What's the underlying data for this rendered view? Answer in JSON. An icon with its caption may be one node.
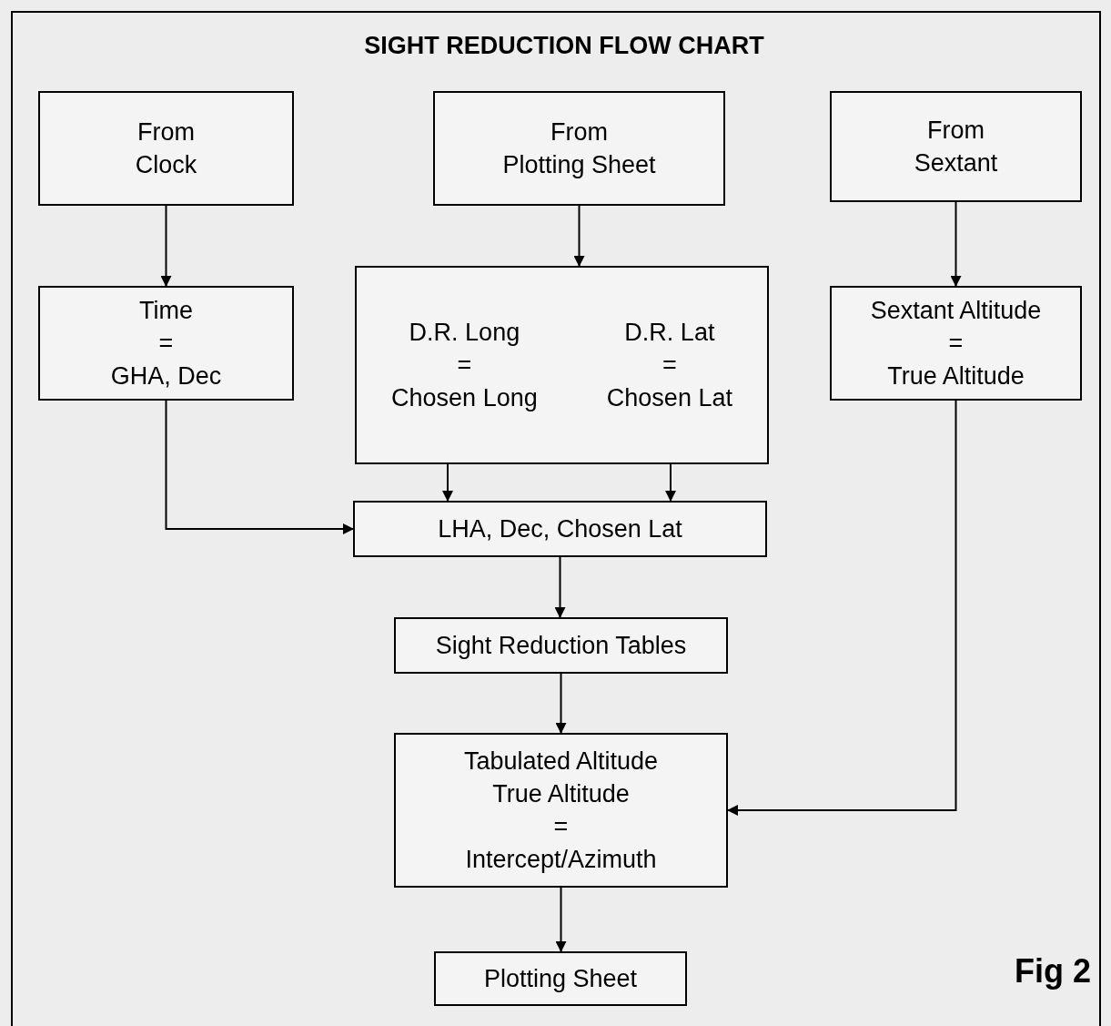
{
  "diagram": {
    "title": "SIGHT REDUCTION FLOW CHART",
    "nodes": [
      {
        "text": [
          "From",
          "Clock"
        ]
      },
      {
        "text": [
          "From",
          "Plotting Sheet"
        ]
      },
      {
        "text": [
          "From",
          "Sextant"
        ]
      },
      {
        "text": [
          "Time",
          "=",
          "GHA, Dec"
        ]
      },
      {
        "text": [
          "D.R. Long",
          "=",
          "Chosen Long",
          "D.R. Lat",
          "=",
          "Chosen Lat"
        ]
      },
      {
        "text": [
          "Sextant Altitude",
          "=",
          "True Altitude"
        ]
      },
      {
        "text": [
          "LHA, Dec, Chosen Lat"
        ]
      },
      {
        "text": [
          "Sight Reduction Tables"
        ]
      },
      {
        "text": [
          "Tabulated Altitude",
          "True Altitude",
          "=",
          "Intercept/Azimuth"
        ]
      },
      {
        "text": [
          "Plotting Sheet"
        ]
      }
    ],
    "edges": [
      {
        "from": 0,
        "to": 3,
        "arrow": "to"
      },
      {
        "from": 1,
        "to": 4,
        "arrow": "to"
      },
      {
        "from": 2,
        "to": 5,
        "arrow": "to"
      },
      {
        "from": 3,
        "to": 6,
        "arrow": "to"
      },
      {
        "from": 4,
        "to": 6,
        "arrow": "to"
      },
      {
        "from": 4,
        "to": 6,
        "arrow": "to"
      },
      {
        "from": 5,
        "to": 8,
        "arrow": "to"
      },
      {
        "from": 6,
        "to": 7,
        "arrow": "to"
      },
      {
        "from": 7,
        "to": 8,
        "arrow": "to"
      },
      {
        "from": 8,
        "to": 9,
        "arrow": "to"
      }
    ],
    "labels": [
      "Fig 2"
    ]
  }
}
